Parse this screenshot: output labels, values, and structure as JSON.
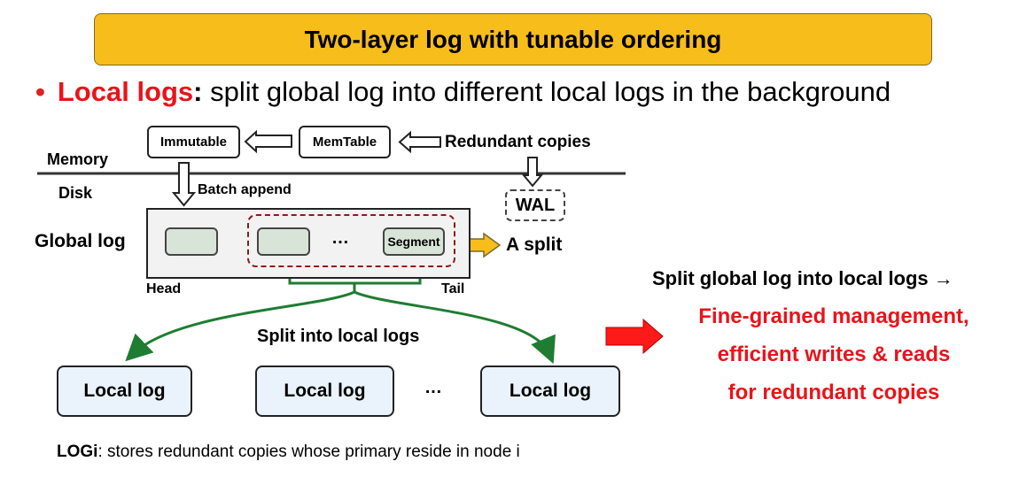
{
  "title": "Two-layer log with tunable ordering",
  "bullet": {
    "term": "Local logs",
    "colon": ":",
    "text": " split global log into different local logs in the background"
  },
  "diagram": {
    "immutable": "Immutable",
    "memtable": "MemTable",
    "redundant_copies": "Redundant copies",
    "memory": "Memory",
    "disk": "Disk",
    "batch_append": "Batch append",
    "wal": "WAL",
    "global_log": "Global log",
    "ellipsis": "…",
    "segment": "Segment",
    "a_split": "A split",
    "head": "Head",
    "tail": "Tail",
    "split_into_prefix": "Split",
    "split_into_suffix": " into local logs",
    "local_logs": [
      "Local log",
      "Local log",
      "Local log"
    ],
    "local_ellipsis": "…"
  },
  "footnote": {
    "term": "LOGi",
    "text": ": stores redundant copies whose primary reside in node i"
  },
  "conclusion": {
    "header": "Split global log into local logs",
    "arrow_glyph": "→",
    "lines": [
      "Fine-grained management,",
      "efficient writes & reads",
      "for redundant copies"
    ]
  },
  "colors": {
    "banner": "#f7bd1a",
    "accent_red": "#e8141a",
    "split_arrow": "#1e7d32",
    "segment_fill": "#d9e4d8",
    "local_log_fill": "#eaf3fb",
    "split_dash": "#8b1a1a"
  }
}
